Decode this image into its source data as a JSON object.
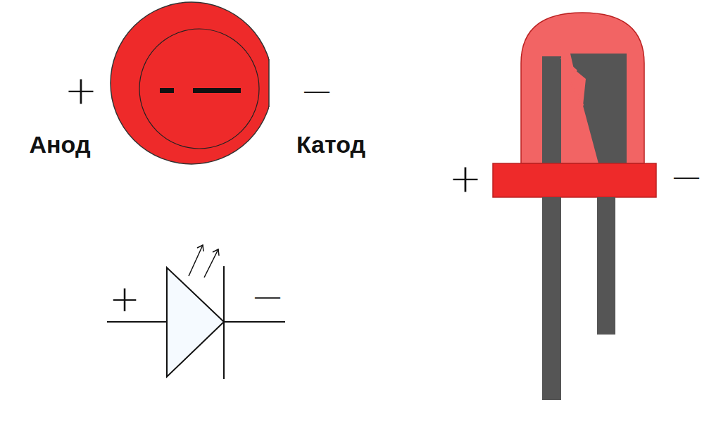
{
  "diagram": {
    "labels": [
      "+",
      "Анод",
      "—",
      "Катод",
      "+",
      "—",
      "+",
      "—"
    ]
  }
}
